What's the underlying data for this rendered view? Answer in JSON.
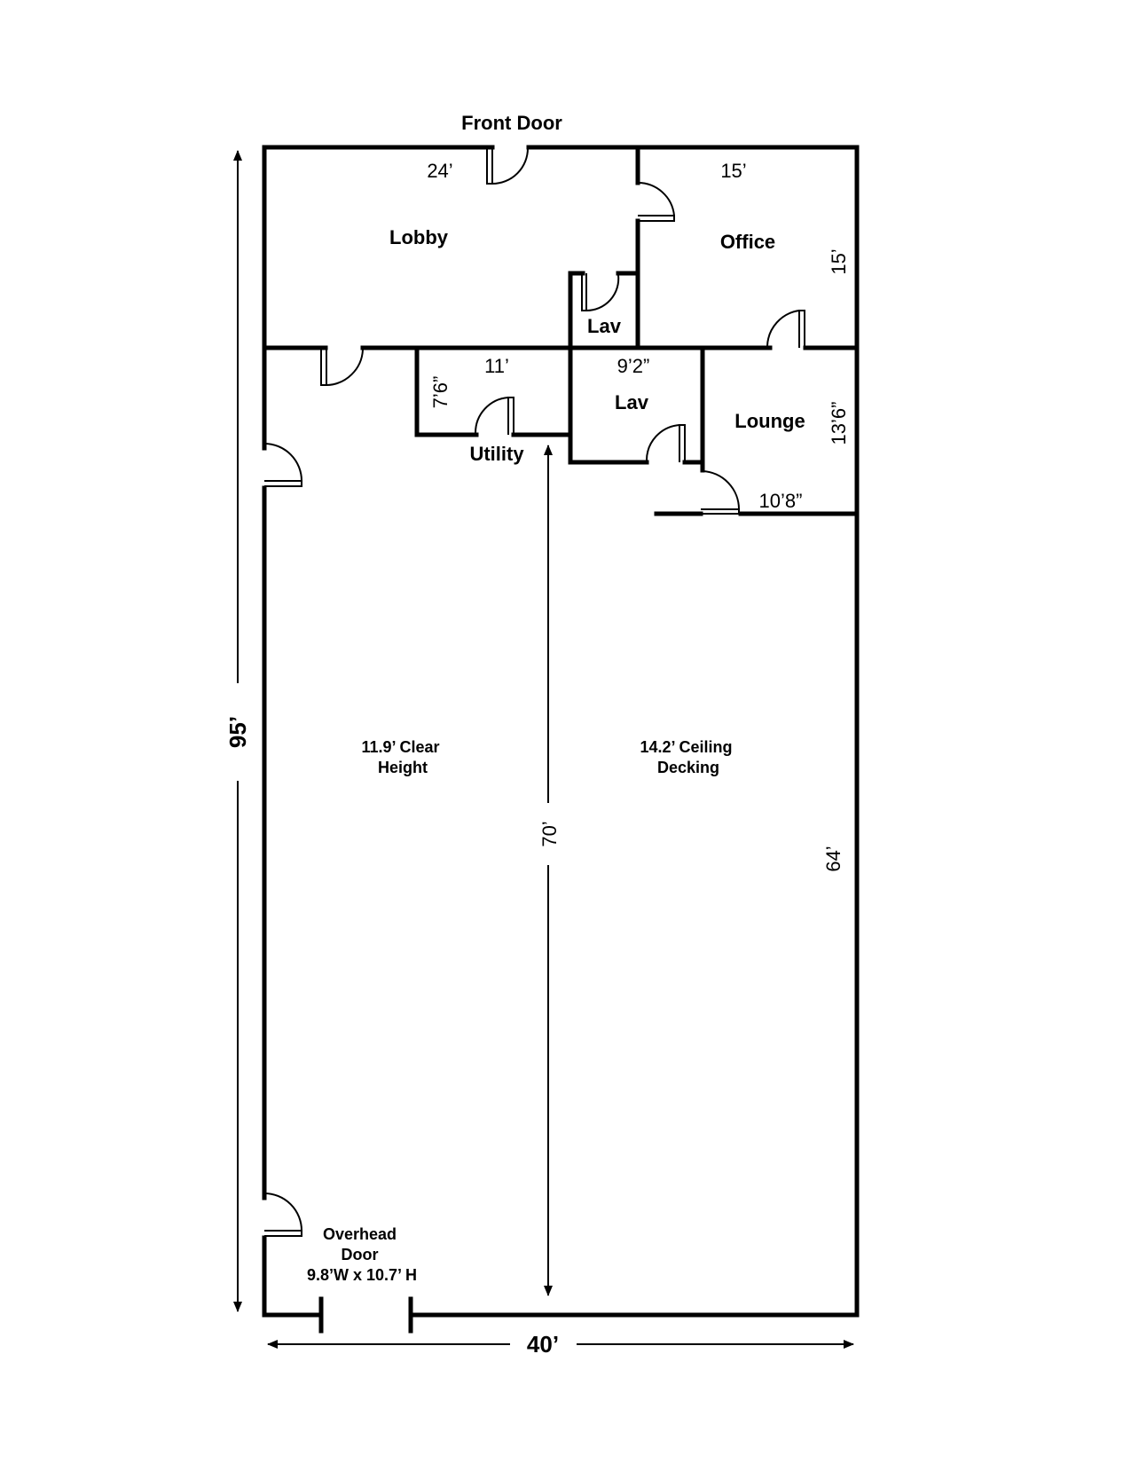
{
  "labels": {
    "front_door": "Front Door",
    "lobby": "Lobby",
    "office": "Office",
    "lav_upper": "Lav",
    "lav_lower": "Lav",
    "utility": "Utility",
    "lounge": "Lounge",
    "clear_height": [
      "11.9’ Clear",
      "Height"
    ],
    "ceiling_decking": [
      "14.2’ Ceiling",
      "Decking"
    ],
    "overhead_door": [
      "Overhead",
      "Door",
      "9.8’W x 10.7’ H"
    ]
  },
  "dimensions": {
    "lobby_width": "24’",
    "office_width": "15’",
    "office_depth": "15’",
    "utility_width": "11’",
    "utility_depth": "7’6”",
    "lav_width": "9’2”",
    "lounge_depth": "13’6”",
    "lounge_width": "10’8”",
    "warehouse_depth": "70’",
    "right_wall": "64’",
    "overall_depth": "95’",
    "overall_width": "40’"
  }
}
